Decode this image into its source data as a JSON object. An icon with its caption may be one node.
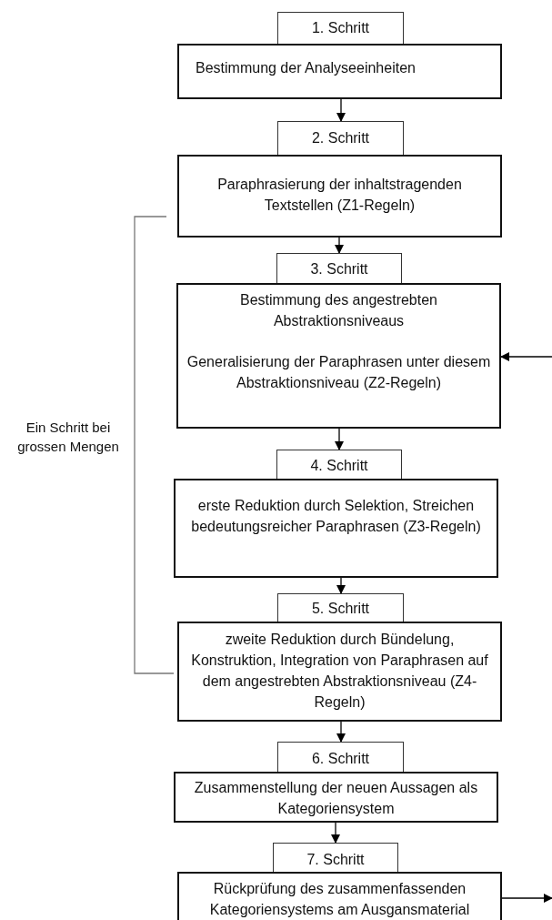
{
  "diagram": {
    "nodes": [
      {
        "text": [
          "1. Schritt"
        ]
      },
      {
        "text": [
          "Bestimmung der Analyseeinheiten"
        ]
      },
      {
        "text": [
          "2. Schritt"
        ]
      },
      {
        "text": [
          "Paraphrasierung der inhaltstragenden Textstellen (Z1-Regeln)"
        ]
      },
      {
        "text": [
          "3. Schritt"
        ]
      },
      {
        "text": [
          "Bestimmung des angestrebten Abstraktionsniveaus",
          "Generalisierung der Paraphrasen unter diesem Abstraktionsniveau (Z2-Regeln)"
        ]
      },
      {
        "text": [
          "4. Schritt"
        ]
      },
      {
        "text": [
          "erste Reduktion durch Selektion, Streichen bedeutungsreicher Paraphrasen (Z3-Regeln)"
        ]
      },
      {
        "text": [
          "5. Schritt"
        ]
      },
      {
        "text": [
          "zweite Reduktion durch Bündelung, Konstruktion, Integration von Paraphrasen auf dem angestrebten Abstraktionsniveau (Z4-Regeln)"
        ]
      },
      {
        "text": [
          "6. Schritt"
        ]
      },
      {
        "text": [
          "Zusammenstellung der neuen Aussagen als Kategoriensystem"
        ]
      },
      {
        "text": [
          "7. Schritt"
        ]
      },
      {
        "text": [
          "Rückprüfung des zusammenfassenden Kategoriensystems am Ausgansmaterial"
        ]
      }
    ],
    "edges": [
      {
        "from": 1,
        "to": 2,
        "arrow": "to"
      },
      {
        "from": 3,
        "to": 4,
        "arrow": "to"
      },
      {
        "from": 5,
        "to": 6,
        "arrow": "to"
      },
      {
        "from": 7,
        "to": 8,
        "arrow": "to"
      },
      {
        "from": 9,
        "to": 10,
        "arrow": "to"
      },
      {
        "from": 11,
        "to": 12,
        "arrow": "to"
      },
      {
        "from": null,
        "to": 5,
        "arrow": "to"
      },
      {
        "from": 13,
        "to": null,
        "arrow": "to"
      }
    ],
    "labels": [
      "Ein Schritt bei grossen Mengen"
    ]
  }
}
